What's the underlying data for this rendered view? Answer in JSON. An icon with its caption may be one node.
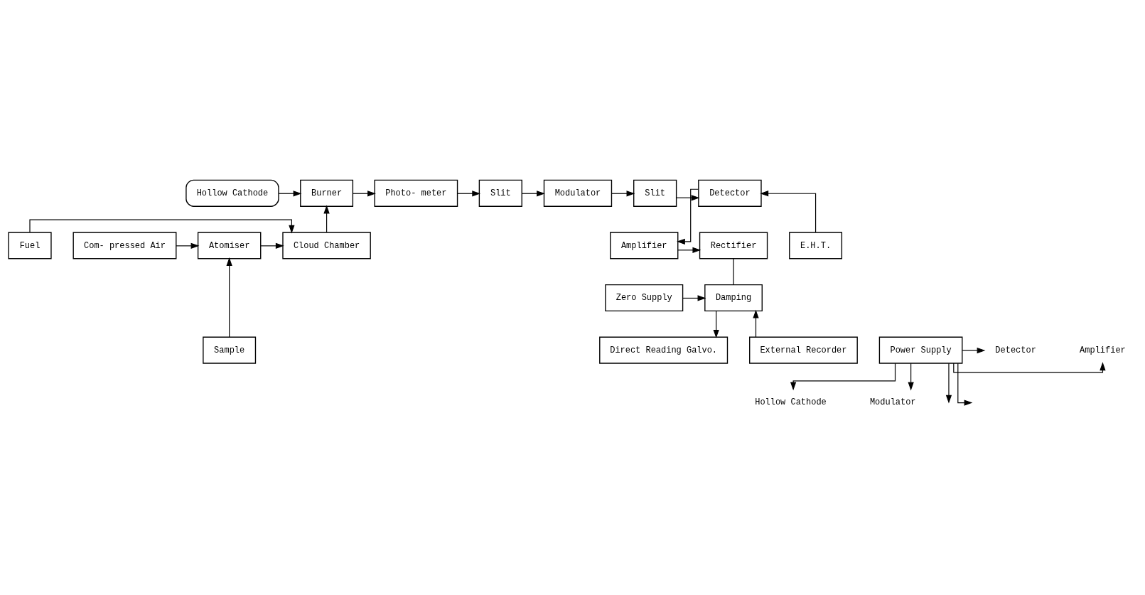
{
  "diagram": {
    "nodes": [
      {
        "text": [
          "Hollow Cathode"
        ]
      },
      {
        "text": [
          "Burner"
        ]
      },
      {
        "text": [
          "Photo- meter"
        ]
      },
      {
        "text": [
          "Slit"
        ]
      },
      {
        "text": [
          "Modulator"
        ]
      },
      {
        "text": [
          "Slit"
        ]
      },
      {
        "text": [
          "Detector"
        ]
      },
      {
        "text": [
          "Fuel"
        ]
      },
      {
        "text": [
          "Cloud Chamber"
        ]
      },
      {
        "text": [
          "Atomiser"
        ]
      },
      {
        "text": [
          "Com- pressed Air"
        ]
      },
      {
        "text": [
          "E.H.T."
        ]
      },
      {
        "text": [
          "Amplifier"
        ]
      },
      {
        "text": [
          "Rectifier"
        ]
      },
      {
        "text": [
          "Zero Supply"
        ]
      },
      {
        "text": [
          "Damping"
        ]
      },
      {
        "text": [
          "Direct Reading Galvo."
        ]
      },
      {
        "text": [
          "External Recorder"
        ]
      },
      {
        "text": [
          "Sample"
        ]
      },
      {
        "text": [
          "Power Supply"
        ]
      },
      {
        "text": [
          "Hollow Cathode"
        ]
      },
      {
        "text": [
          "Modulator"
        ]
      },
      {
        "text": [
          "Amplifier"
        ]
      },
      {
        "text": [
          "Detector"
        ]
      }
    ],
    "edges": [
      {
        "from": 0,
        "to": 1,
        "arrow": "to"
      },
      {
        "from": 1,
        "to": 2,
        "arrow": "to"
      },
      {
        "from": 2,
        "to": 3,
        "arrow": "to"
      },
      {
        "from": 3,
        "to": 4,
        "arrow": "to"
      },
      {
        "from": 4,
        "to": 5,
        "arrow": "to"
      },
      {
        "from": 5,
        "to": 6,
        "arrow": "to"
      },
      {
        "from": 8,
        "to": 1,
        "arrow": "to"
      },
      {
        "from": 7,
        "to": 8,
        "arrow": "to"
      },
      {
        "from": 9,
        "to": 8,
        "arrow": "to"
      },
      {
        "from": 10,
        "to": 9,
        "arrow": "to"
      },
      {
        "from": 18,
        "to": 9,
        "arrow": "to"
      },
      {
        "from": 11,
        "to": 6,
        "arrow": "to"
      },
      {
        "from": 6,
        "to": 12,
        "arrow": "to"
      },
      {
        "from": 12,
        "to": 13,
        "arrow": "to"
      },
      {
        "from": 13,
        "to": 15,
        "arrow": "none"
      },
      {
        "from": 14,
        "to": 15,
        "arrow": "to"
      },
      {
        "from": 15,
        "to": 16,
        "arrow": "to"
      },
      {
        "from": 17,
        "to": 15,
        "arrow": "to"
      },
      {
        "from": 19,
        "to": 20,
        "arrow": "to"
      },
      {
        "from": 19,
        "to": 21,
        "arrow": "to"
      },
      {
        "from": 19,
        "to": 22,
        "arrow": "to"
      },
      {
        "from": 19,
        "to": 23,
        "arrow": "to"
      },
      {
        "from": 19,
        "to": null,
        "arrow": "to"
      },
      {
        "from": 19,
        "to": null,
        "arrow": "to"
      }
    ]
  }
}
